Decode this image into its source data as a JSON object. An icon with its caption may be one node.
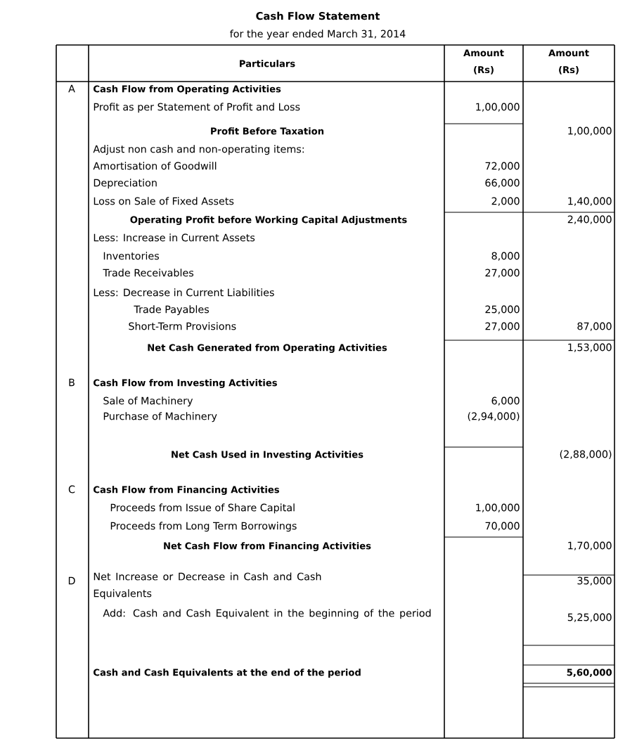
{
  "diagram": {
    "title": "Cash Flow Statement",
    "labels": [
      "for the year ended March 31, 2014",
      "Particulars",
      "Amount (Rs)",
      "Amount (Rs)",
      "A",
      "Cash Flow from Operating Activities",
      "Profit as per Statement of Profit and Loss",
      "1,00,000",
      "Profit Before Taxation",
      "1,00,000",
      "Adjust non cash and non-operating items:",
      "Amortisation of Goodwill",
      "72,000",
      "Depreciation",
      "66,000",
      "Loss on Sale of Fixed Assets",
      "2,000",
      "1,40,000",
      "Operating Profit before Working Capital Adjustments",
      "2,40,000",
      "Less: Increase in Current Assets",
      "Inventories",
      "8,000",
      "Trade Receivables",
      "27,000",
      "Less: Decrease in Current Liabilities",
      "Trade Payables",
      "25,000",
      "Short-Term Provisions",
      "27,000",
      "87,000",
      "Net Cash Generated from Operating Activities",
      "1,53,000",
      "B",
      "Cash Flow from Investing Activities",
      "Sale of Machinery",
      "6,000",
      "Purchase of Machinery",
      "(2,94,000)",
      "Net Cash Used in Investing Activities",
      "(2,88,000)",
      "C",
      "Cash Flow from Financing Activities",
      "Proceeds from Issue of Share Capital",
      "1,00,000",
      "Proceeds from Long Term Borrowings",
      "70,000",
      "Net Cash Flow from Financing Activities",
      "1,70,000",
      "D",
      "Net Increase or Decrease in Cash and Cash Equivalents",
      "35,000",
      "Add: Cash and Cash Equivalent in the beginning of the period",
      "5,25,000",
      "Cash and Cash Equivalents at the end of the period",
      "5,60,000"
    ]
  }
}
